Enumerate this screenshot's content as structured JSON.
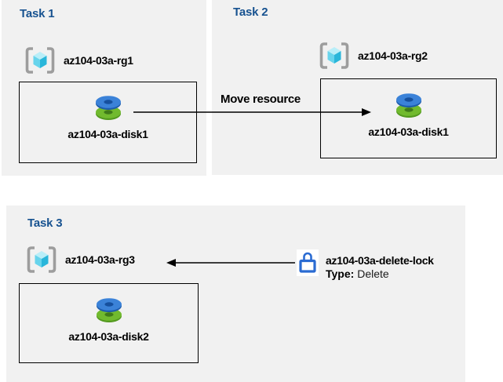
{
  "colors": {
    "background": "#ffffff",
    "panel_bg": "#f1f1f1",
    "task_title_blue": "#175290",
    "text_black": "#000000",
    "lock_blue": "#2a6bd2",
    "disk_blue": "#3b82d8",
    "disk_green": "#71ba2e",
    "cube_cyan": "#29b6da",
    "bracket_gray": "#9d9d9d"
  },
  "tasks": [
    {
      "title": "Task 1",
      "resource_group": "az104-03a-rg1",
      "resource": "az104-03a-disk1"
    },
    {
      "title": "Task 2",
      "resource_group": "az104-03a-rg2",
      "resource": "az104-03a-disk1"
    },
    {
      "title": "Task 3",
      "resource_group": "az104-03a-rg3",
      "resource": "az104-03a-disk2"
    }
  ],
  "move_arrow": {
    "label": "Move resource"
  },
  "delete_lock": {
    "name": "az104-03a-delete-lock",
    "type_label": "Type:",
    "type_value": "Delete"
  },
  "icons": {
    "resource_group": "resource-group-icon",
    "disk": "disk-icon",
    "lock": "lock-icon"
  }
}
